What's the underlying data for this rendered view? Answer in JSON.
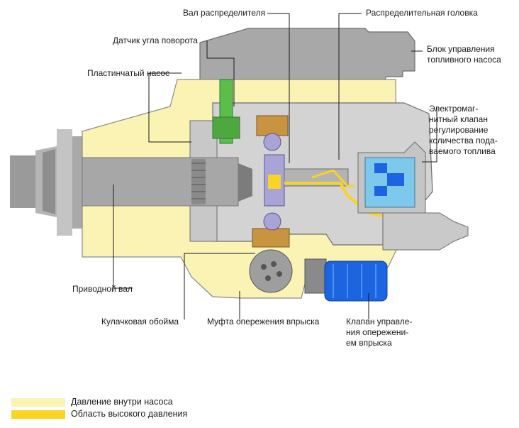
{
  "labels": {
    "distributor_shaft": "Вал распределителя",
    "distributor_head": "Распределительная головка",
    "angle_sensor": "Датчик угла поворота",
    "pump_control_unit": "Блок управления\nтопливного насоса",
    "vane_pump": "Пластинчатый насос",
    "solenoid_valve": "Электромаг-\nнитный клапан\nрегулирование\nколичества пода-\nваемого топлива",
    "drive_shaft": "Приводной вал",
    "cam_ring": "Кулачковая обойма",
    "timing_device": "Муфта опережения впрыска",
    "timing_valve": "Клапан управле-\nния опережени-\nем впрыска"
  },
  "legend": [
    {
      "label": "Давление внутри насоса",
      "color": "#fbf3b4"
    },
    {
      "label": "Область высокого давления",
      "color": "#f9d423"
    }
  ],
  "colors": {
    "pump_pressure": "#fbf3b4",
    "high_pressure": "#f9d423",
    "housing_gray": "#a8a8a8",
    "body_gray": "#d3d3d3",
    "solenoid_blue": "#7ec8ec",
    "valve_blue": "#1c64e0",
    "cam_brown": "#c89440",
    "vane_green": "#5bbd4a",
    "ball_lavender": "#a9a4d6"
  }
}
